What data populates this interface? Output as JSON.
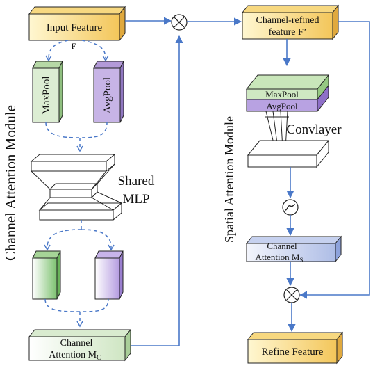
{
  "channel_module": {
    "side_label": "Channel Attention Module",
    "input_feature": {
      "label": "Input Feature",
      "sub": "F"
    },
    "maxpool": "MaxPool",
    "avgpool": "AvgPool",
    "mlp_line1": "Shared",
    "mlp_line2": "MLP",
    "output_line1": "Channel",
    "output_line2": "Attention M",
    "output_sub": "C"
  },
  "spatial_module": {
    "side_label": "Spatial Attention Module",
    "refined_line1": "Channel-refined",
    "refined_line2": "feature F’",
    "maxpool": "MaxPool",
    "avgpool": "AvgPool",
    "convlayer": "Convlayer",
    "output_line1": "Channel",
    "output_line2": "Attention M",
    "output_sub": "S",
    "refine_feature": "Refine Feature"
  },
  "colors": {
    "arrow": "#4a78c8",
    "yellow_grad_start": "#fff6cc",
    "yellow_grad_end": "#f5c95c",
    "green": "#cfe7c6",
    "green_side": "#9cc98c",
    "purple": "#c9b8e6",
    "purple_side": "#a088cc",
    "blue_grad_start": "#ffffff",
    "blue_grad_end": "#b8c6ea",
    "green_grad_start": "#ffffff",
    "green_grad_end": "#cfe6c3"
  },
  "icons": [
    "multiply-icon",
    "sigmoid-icon"
  ]
}
